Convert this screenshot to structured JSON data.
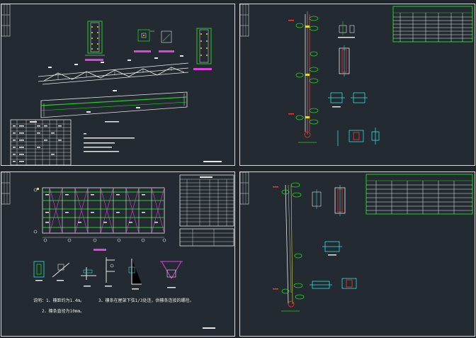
{
  "sheets": [
    {
      "id": "sheet-1"
    },
    {
      "id": "sheet-2"
    },
    {
      "id": "sheet-3",
      "notes": {
        "note1": "说明：1、檩距约为1.4m。",
        "note2": "2、檩条直径为10mm。",
        "note3": "3、檩条在屋架下弦1/3处连，供檩条连接的螺栓。"
      }
    },
    {
      "id": "sheet-4"
    }
  ],
  "colors": {
    "background": "#1f252b",
    "sheet": "#232a31",
    "frame": "#d8d8d8",
    "line": "#e8e8e8",
    "green": "#20d020",
    "cyan": "#30e0e0",
    "red": "#ff3030",
    "magenta": "#e040e0",
    "yellow": "#e0e020"
  }
}
